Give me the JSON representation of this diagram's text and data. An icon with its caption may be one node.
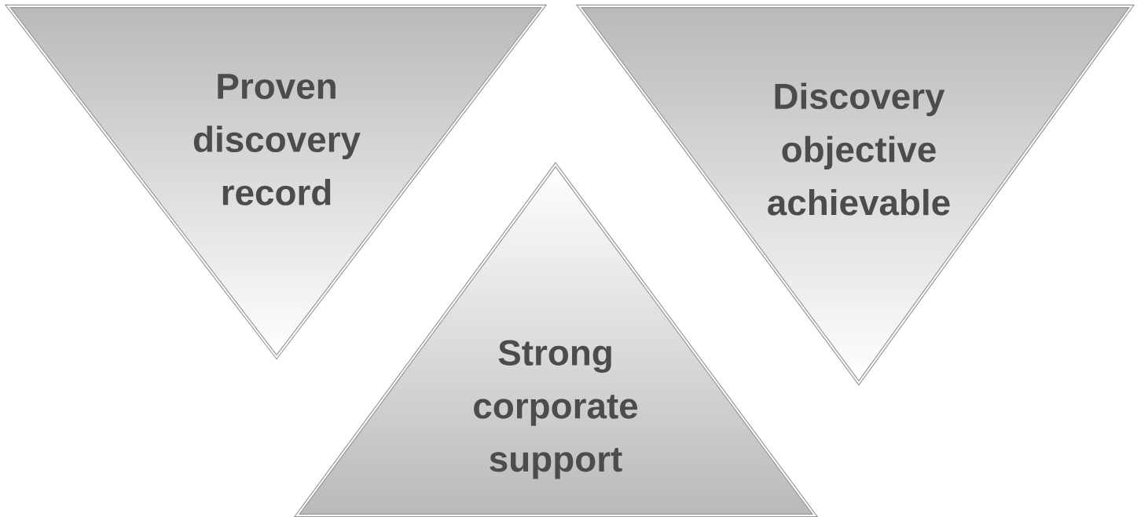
{
  "diagram": {
    "nodes": [
      {
        "text": [
          "Proven discovery record"
        ]
      },
      {
        "text": [
          "Discovery objective achievable"
        ]
      },
      {
        "text": [
          "Strong corporate support"
        ]
      }
    ]
  }
}
